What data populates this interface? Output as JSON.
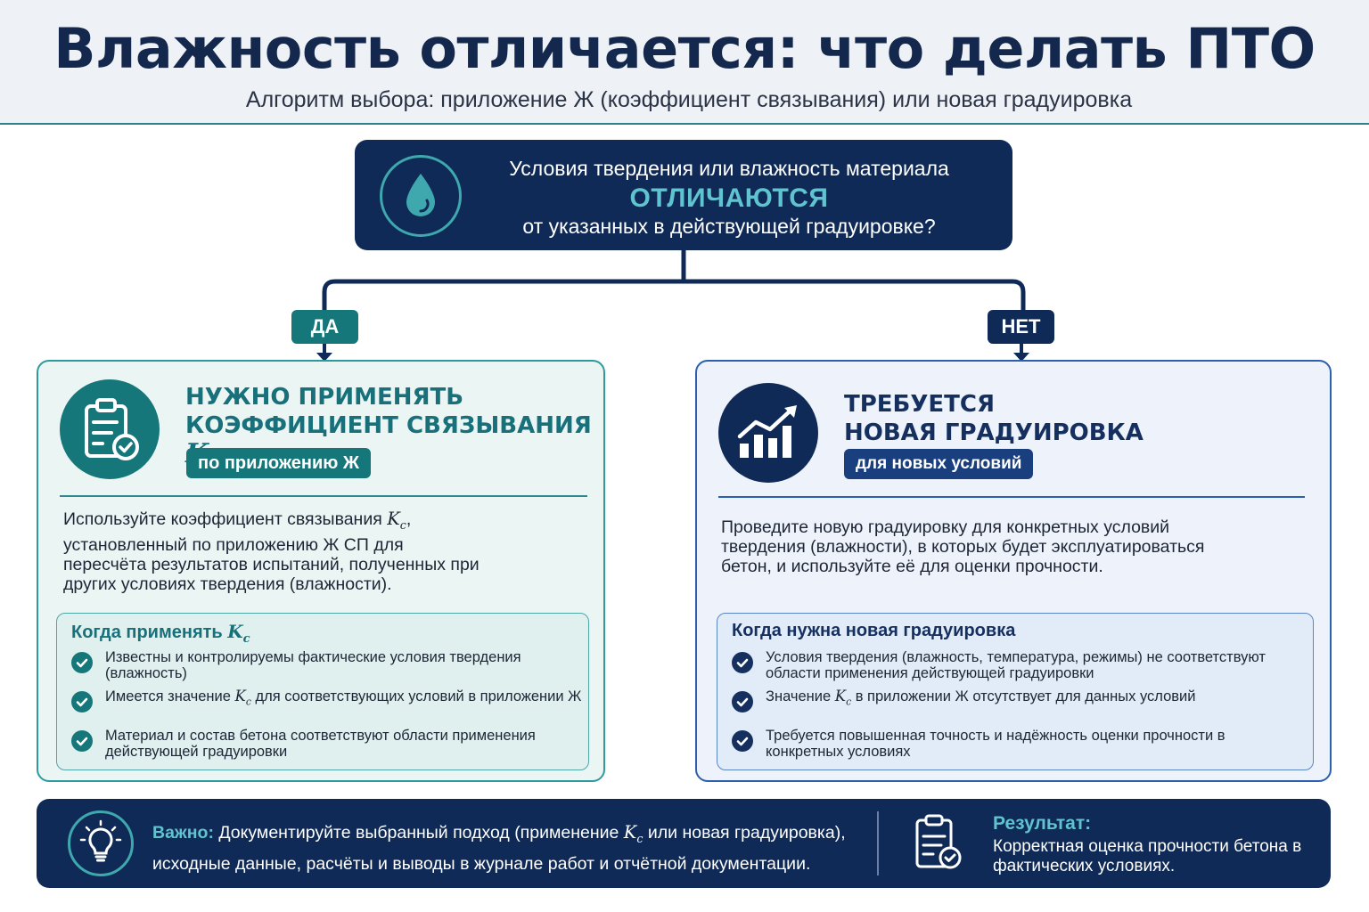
{
  "header": {
    "title": "Влажность отличается: что делать ПТО",
    "subtitle": "Алгоритм выбора: приложение Ж (коэффициент связывания) или новая градуировка"
  },
  "question": {
    "icon": "water-drop-icon",
    "line1": "Условия твердения или влажность материала",
    "line2": "ОТЛИЧАЮТСЯ",
    "line3": "от указанных в действующей градуировке?"
  },
  "branches": {
    "yes_label": "ДА",
    "no_label": "НЕТ"
  },
  "left": {
    "icon": "clipboard-check-icon",
    "title_line1": "НУЖНО ПРИМЕНЯТЬ",
    "title_line2": "КОЭФФИЦИЕНТ СВЯЗЫВАНИЯ",
    "symbol": "K",
    "symbol_sub": "c",
    "badge": "по приложению Ж",
    "body_pre": "Используйте коэффициент связывания ",
    "body_post": ", установленный по приложению Ж СП для пересчёта результатов испытаний, полученных при других условиях твердения (влажности).",
    "box_title": "Когда применять ",
    "items": [
      {
        "text": "Известны и контролируемы фактические условия твердения (влажность)"
      },
      {
        "pre": "Имеется значение ",
        "post": " для соответствующих условий в приложении Ж"
      },
      {
        "text": "Материал и состав бетона соответствуют области применения действующей градуировки"
      }
    ]
  },
  "right": {
    "icon": "growth-chart-icon",
    "title_line1": "ТРЕБУЕТСЯ",
    "title_line2": "НОВАЯ ГРАДУИРОВКА",
    "badge": "для новых условий",
    "body": "Проведите новую градуировку для конкретных условий твердения (влажности), в которых будет эксплуатироваться бетон, и используйте её для оценки прочности.",
    "box_title": "Когда нужна новая градуировка",
    "items": [
      {
        "text": "Условия твердения (влажность, температура, режимы) не соответствуют области применения действующей градуировки"
      },
      {
        "pre": "Значение ",
        "post": " в приложении Ж отсутствует для данных условий"
      },
      {
        "text": "Требуется повышенная точность и надёжность оценки прочности в конкретных условиях"
      }
    ]
  },
  "footer": {
    "icon": "lightbulb-icon",
    "note_label": "Важно:",
    "note_pre": " Документируйте выбранный подход (применение ",
    "note_post": " или новая градуировка), исходные данные, расчёты и выводы в журнале работ и отчётной документации.",
    "result_icon": "clipboard-check-icon",
    "result_label": "Результат:",
    "result_text": "Корректная оценка прочности бетона в фактических условиях."
  },
  "colors": {
    "navy": "#0f2a56",
    "teal": "#16777a",
    "accent_cyan": "#5fc4cf",
    "left_bg": "#eaf5f4",
    "right_bg": "#edf2fb"
  }
}
